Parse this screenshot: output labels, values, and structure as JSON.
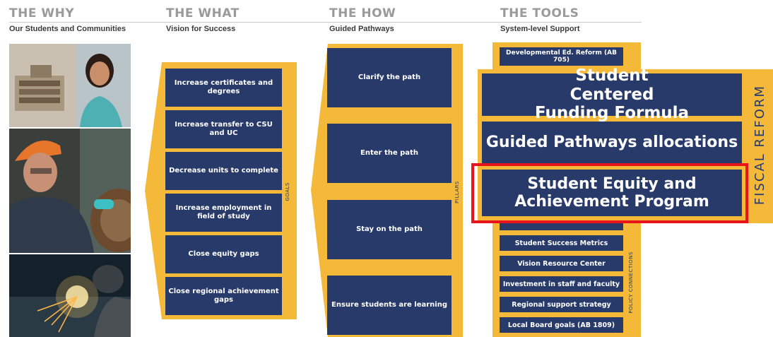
{
  "columns": [
    {
      "title": "THE WHY",
      "subtitle": "Our Students and Communities"
    },
    {
      "title": "THE WHAT",
      "subtitle": "Vision for Success"
    },
    {
      "title": "THE HOW",
      "subtitle": "Guided Pathways"
    },
    {
      "title": "THE TOOLS",
      "subtitle": "System-level Support"
    }
  ],
  "goals": {
    "label": "GOALS",
    "items": [
      "Increase certificates and degrees",
      "Increase transfer to CSU and UC",
      "Decrease units to complete",
      "Increase employment in field of study",
      "Close equity gaps",
      "Close regional achievement gaps"
    ]
  },
  "pillars": {
    "label": "PILLARS",
    "items": [
      "Clarify the path",
      "Enter the path",
      "Stay on the path",
      "Ensure students are learning"
    ]
  },
  "tools": {
    "top_item": "Developmental Ed. Reform (AB 705)",
    "policy_label": "POLICY CONNECTIONS",
    "items": [
      "Student Success Metrics",
      "Vision Resource Center",
      "Investment in staff and faculty",
      "Regional support strategy",
      "Local Board goals (AB 1809)"
    ]
  },
  "fiscal_reform": {
    "label": "FISCAL REFORM",
    "items": [
      "Student Centered Funding Formula",
      "Guided Pathways allocations",
      "Student Equity and Achievement Program"
    ],
    "highlighted_index": 2,
    "highlight_color": "#e8141c"
  },
  "photos": [
    "student-with-model-photo",
    "machinist-worker-photo",
    "welder-photo"
  ],
  "colors": {
    "navy": "#273a6a",
    "gold": "#f5b93a",
    "highlight": "#e8141c"
  }
}
